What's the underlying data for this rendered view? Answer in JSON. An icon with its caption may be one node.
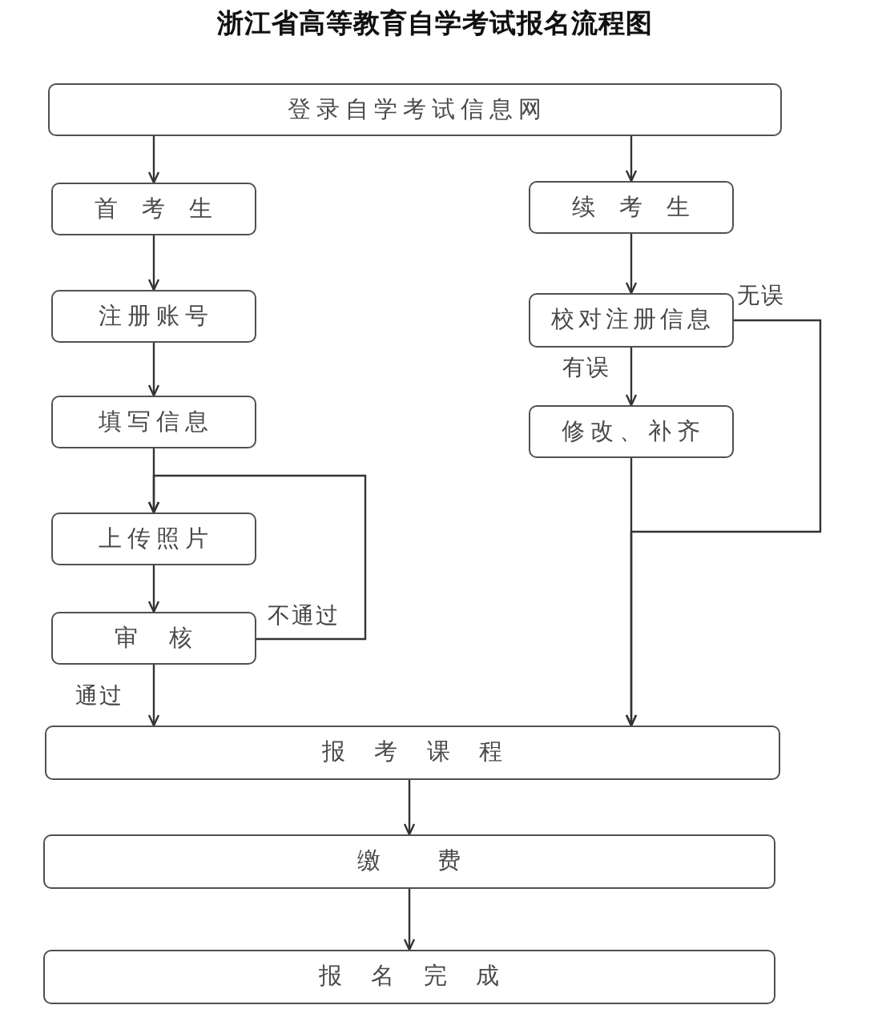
{
  "diagram": {
    "title": "浙江省高等教育自学考试报名流程图",
    "nodes": [
      {
        "text": [
          "登录自学考试信息网"
        ]
      },
      {
        "text": [
          "首 考 生"
        ]
      },
      {
        "text": [
          "续 考 生"
        ]
      },
      {
        "text": [
          "注册账号"
        ]
      },
      {
        "text": [
          "校对注册信息"
        ]
      },
      {
        "text": [
          "填写信息"
        ]
      },
      {
        "text": [
          "修改、补齐"
        ]
      },
      {
        "text": [
          "上传照片"
        ]
      },
      {
        "text": [
          "审 核"
        ]
      },
      {
        "text": [
          "报 考 课 程"
        ]
      },
      {
        "text": [
          "缴 费"
        ]
      },
      {
        "text": [
          "报 名 完 成"
        ]
      }
    ],
    "edges": [
      {
        "from": 0,
        "to": 1,
        "arrow": "to"
      },
      {
        "from": 0,
        "to": 2,
        "arrow": "to"
      },
      {
        "from": 1,
        "to": 3,
        "arrow": "to"
      },
      {
        "from": 3,
        "to": 5,
        "arrow": "to"
      },
      {
        "from": 5,
        "to": 7,
        "arrow": "to"
      },
      {
        "from": 7,
        "to": 8,
        "arrow": "to"
      },
      {
        "from": 8,
        "to": 9,
        "arrow": "to",
        "label": "通过"
      },
      {
        "from": 8,
        "to": 7,
        "arrow": "to",
        "label": "不通过"
      },
      {
        "from": 2,
        "to": 4,
        "arrow": "to"
      },
      {
        "from": 4,
        "to": 6,
        "arrow": "to",
        "label": "有误"
      },
      {
        "from": 4,
        "to": 9,
        "arrow": "to",
        "label": "无误"
      },
      {
        "from": 6,
        "to": 9,
        "arrow": "to"
      },
      {
        "from": 9,
        "to": 10,
        "arrow": "to"
      },
      {
        "from": 10,
        "to": 11,
        "arrow": "to"
      }
    ]
  }
}
